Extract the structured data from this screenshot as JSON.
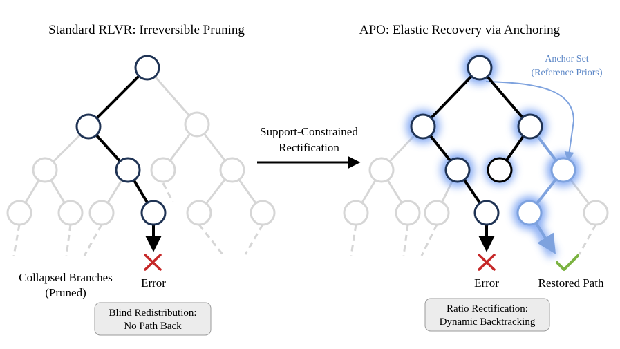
{
  "left_panel": {
    "title": "Standard RLVR: Irreversible Pruning",
    "collapsed_label": [
      "Collapsed Branches",
      "(Pruned)"
    ],
    "error_label": "Error",
    "box_text": [
      "Blind Redistribution:",
      "No Path Back"
    ]
  },
  "middle": {
    "arrow_text": [
      "Support-Constrained",
      "Rectification"
    ]
  },
  "right_panel": {
    "title": "APO: Elastic Recovery via Anchoring",
    "anchor_label": [
      "Anchor Set",
      "(Reference Priors)"
    ],
    "error_label": "Error",
    "restored_label": "Restored Path",
    "box_text": [
      "Ratio Rectification:",
      "Dynamic Backtracking"
    ]
  },
  "colors": {
    "node_active": "#1f3354",
    "node_faded": "#d6d6d6",
    "glow": "#5b8def",
    "anchor": "#7ea2de",
    "error": "#c62828",
    "check": "#7cb342",
    "box_fill": "#ececec"
  },
  "icons": [
    "cross-icon",
    "check-icon",
    "arrow-right-icon"
  ]
}
